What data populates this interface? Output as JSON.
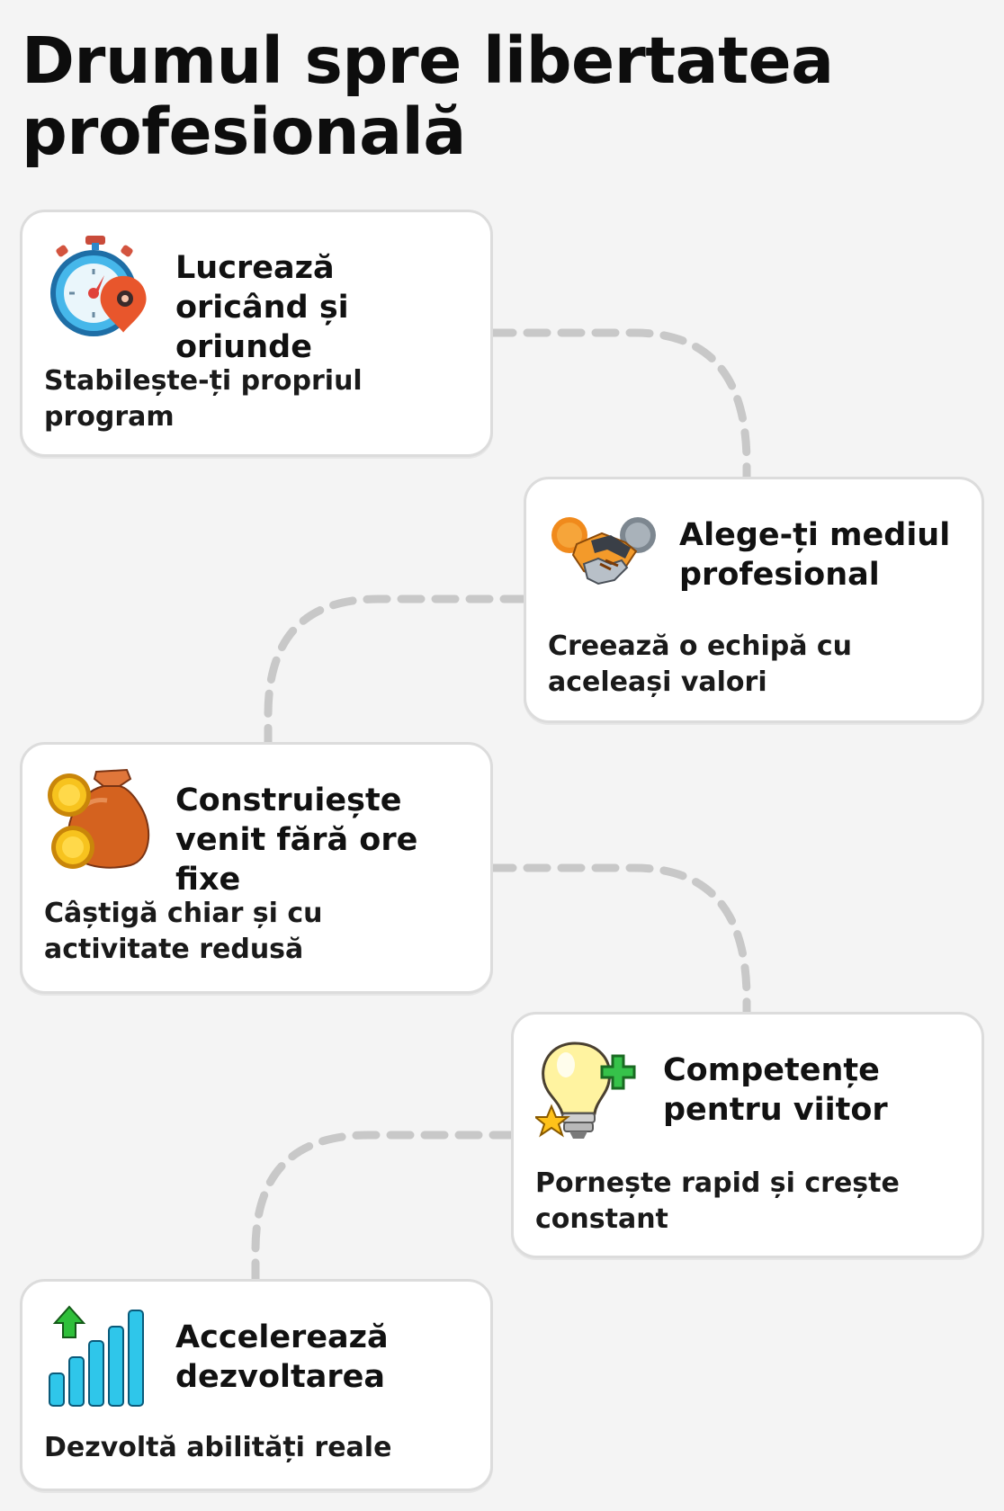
{
  "title": "Drumul spre libertatea profesională",
  "steps": [
    {
      "title": "Lucrează oricând și oriunde",
      "description": "Stabilește-ți propriul program",
      "icon": "stopwatch-location-icon"
    },
    {
      "title": "Alege-ți mediul profesional",
      "description": "Creează o echipă cu aceleași valori",
      "icon": "handshake-icon"
    },
    {
      "title": "Construiește venit fără ore fixe",
      "description": "Câștigă chiar și cu activitate redusă",
      "icon": "money-bag-coins-icon"
    },
    {
      "title": "Competențe pentru viitor",
      "description": "Pornește rapid și crește constant",
      "icon": "lightbulb-plus-icon"
    },
    {
      "title": "Accelerează dezvoltarea",
      "description": "Dezvoltă abilități reale",
      "icon": "growth-bars-icon"
    }
  ],
  "colors": {
    "background": "#f4f4f4",
    "card": "#ffffff",
    "card_border": "#dcdcdc",
    "connector": "#c8c8c8",
    "text": "#111111"
  }
}
